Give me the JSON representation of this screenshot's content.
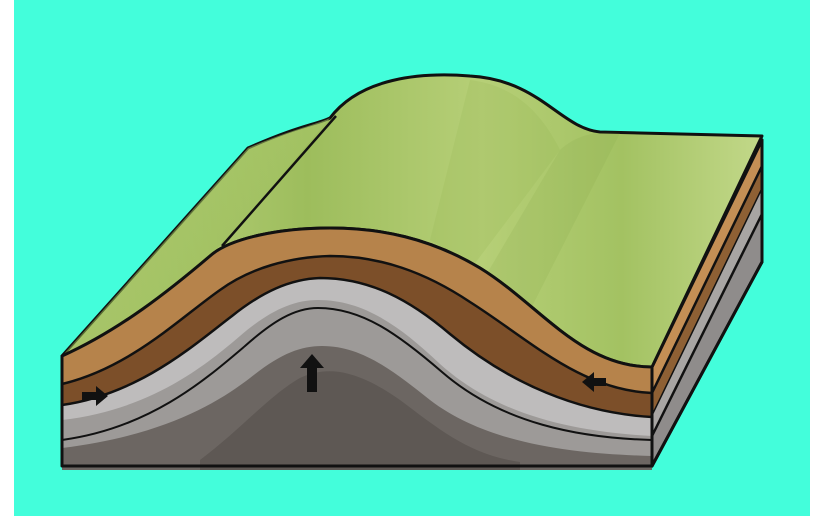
{
  "diagram": {
    "kind": "geologic-anticline-fold-block",
    "background_color": "#43fedb",
    "arrows": [
      {
        "name": "compression-arrow-left",
        "direction": "right"
      },
      {
        "name": "compression-arrow-right",
        "direction": "left"
      },
      {
        "name": "uplift-arrow",
        "direction": "up"
      }
    ],
    "layers": [
      {
        "name": "ground-surface",
        "color": "#a8c766"
      },
      {
        "name": "topsoil-layer",
        "color": "#b6834b"
      },
      {
        "name": "brown-rock-layer",
        "color": "#7c4f29"
      },
      {
        "name": "light-gray-rock-layer",
        "color": "#bebcbc"
      },
      {
        "name": "mid-gray-rock-layer",
        "color": "#9d9a98"
      },
      {
        "name": "dark-gray-core",
        "color": "#5e5854"
      }
    ]
  }
}
